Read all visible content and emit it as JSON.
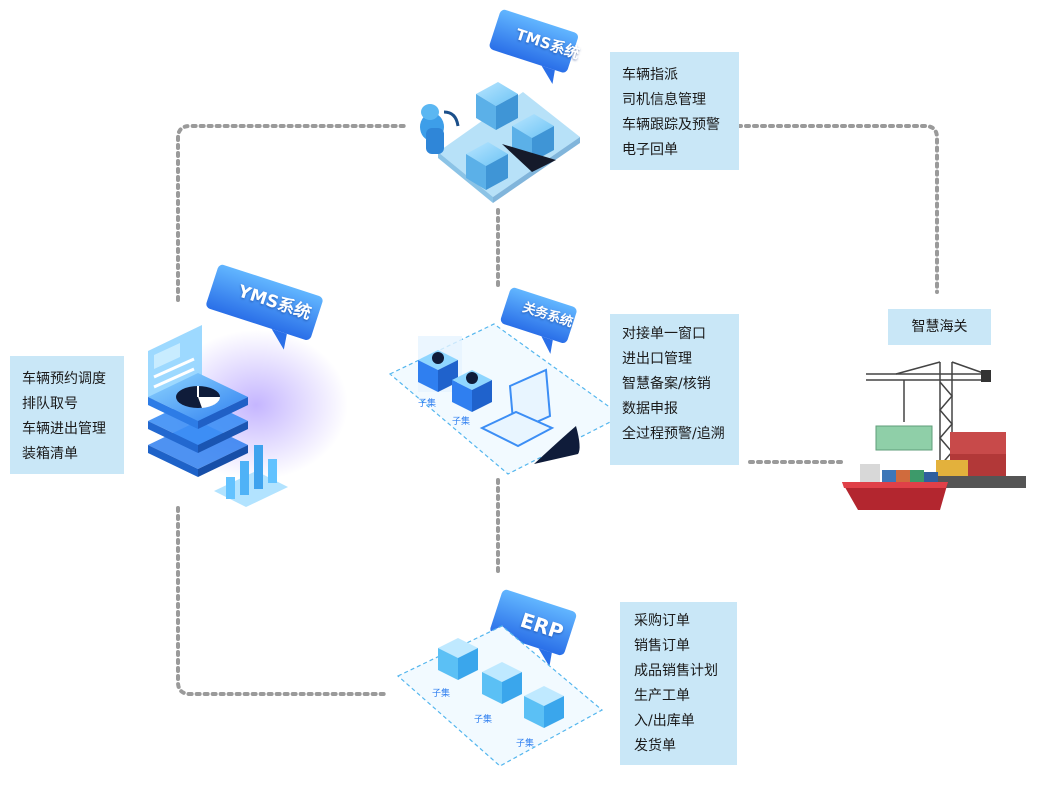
{
  "systems": {
    "tms": {
      "name": "TMS系统",
      "functions": [
        "车辆指派",
        "司机信息管理",
        "车辆跟踪及预警",
        "电子回单"
      ]
    },
    "yms": {
      "name": "YMS系统",
      "functions": [
        "车辆预约调度",
        "排队取号",
        "车辆进出管理",
        "装箱清单"
      ]
    },
    "customs": {
      "name": "关务系统",
      "functions": [
        "对接单一窗口",
        "进出口管理",
        "智慧备案/核销",
        "数据申报",
        "全过程预警/追溯"
      ],
      "node_label": "子集"
    },
    "erp": {
      "name": "ERP",
      "functions": [
        "采购订单",
        "销售订单",
        "成品销售计划",
        "生产工单",
        "入/出库单",
        "发货单"
      ],
      "node_label": "子集"
    },
    "smart_customs": {
      "name": "智慧海关"
    }
  },
  "colors": {
    "accent_blue": "#2f7ff0",
    "light_blue": "#8fd6ff",
    "panel_bg": "#c9e7f7",
    "connector": "#9a9a9a"
  }
}
